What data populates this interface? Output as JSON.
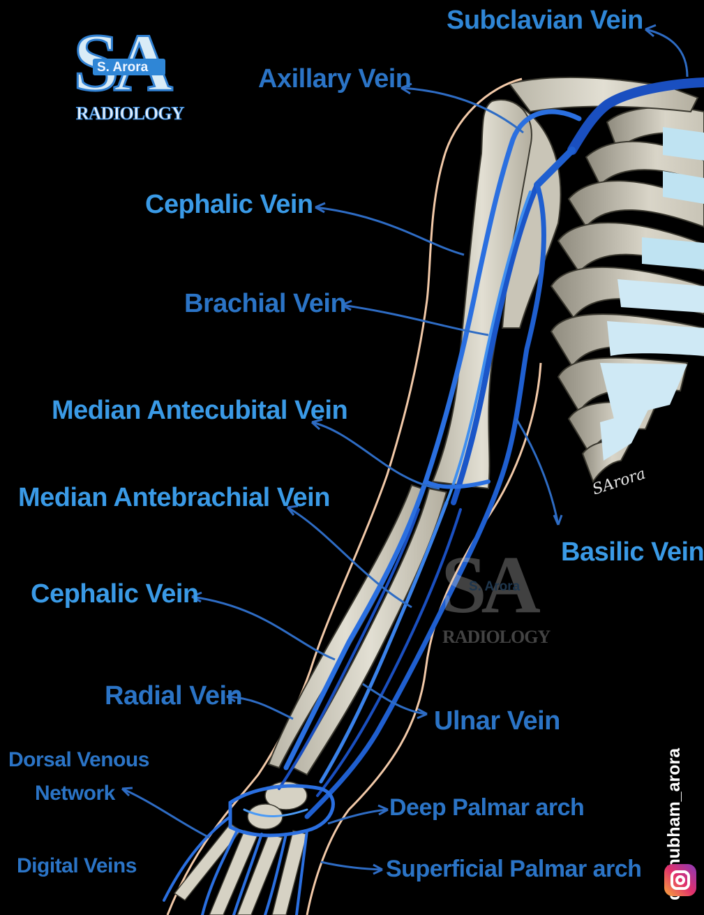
{
  "logo": {
    "letters": "SA",
    "name": "S. Arora",
    "subtitle": "RADIOLOGY"
  },
  "watermark": {
    "letters": "SA",
    "name": "S. Arora",
    "subtitle": "RADIOLOGY"
  },
  "signature": "SArora",
  "handle": "dr.shubham_arora",
  "labels": {
    "subclavian": "Subclavian Vein",
    "axillary": "Axillary Vein",
    "cephalic_upper": "Cephalic Vein",
    "brachial": "Brachial Vein",
    "median_antecubital": "Median Antecubital Vein",
    "median_antebrachial": "Median Antebrachial Vein",
    "basilic": "Basilic Vein",
    "cephalic_lower": "Cephalic Vein",
    "radial": "Radial Vein",
    "ulnar": "Ulnar Vein",
    "dorsal_line1": "Dorsal Venous",
    "dorsal_line2": "Network",
    "deep_palmar": "Deep Palmar arch",
    "digital": "Digital Veins",
    "superficial_palmar": "Superficial Palmar arch"
  },
  "colors": {
    "background": "#000000",
    "label": "#2f86d6",
    "vein": "#1f5fd0",
    "vein_light": "#3f8ff0",
    "bone": "#d6d2c4",
    "cartilage": "#bfe3f2",
    "skin_outline": "#f2c9a8"
  }
}
